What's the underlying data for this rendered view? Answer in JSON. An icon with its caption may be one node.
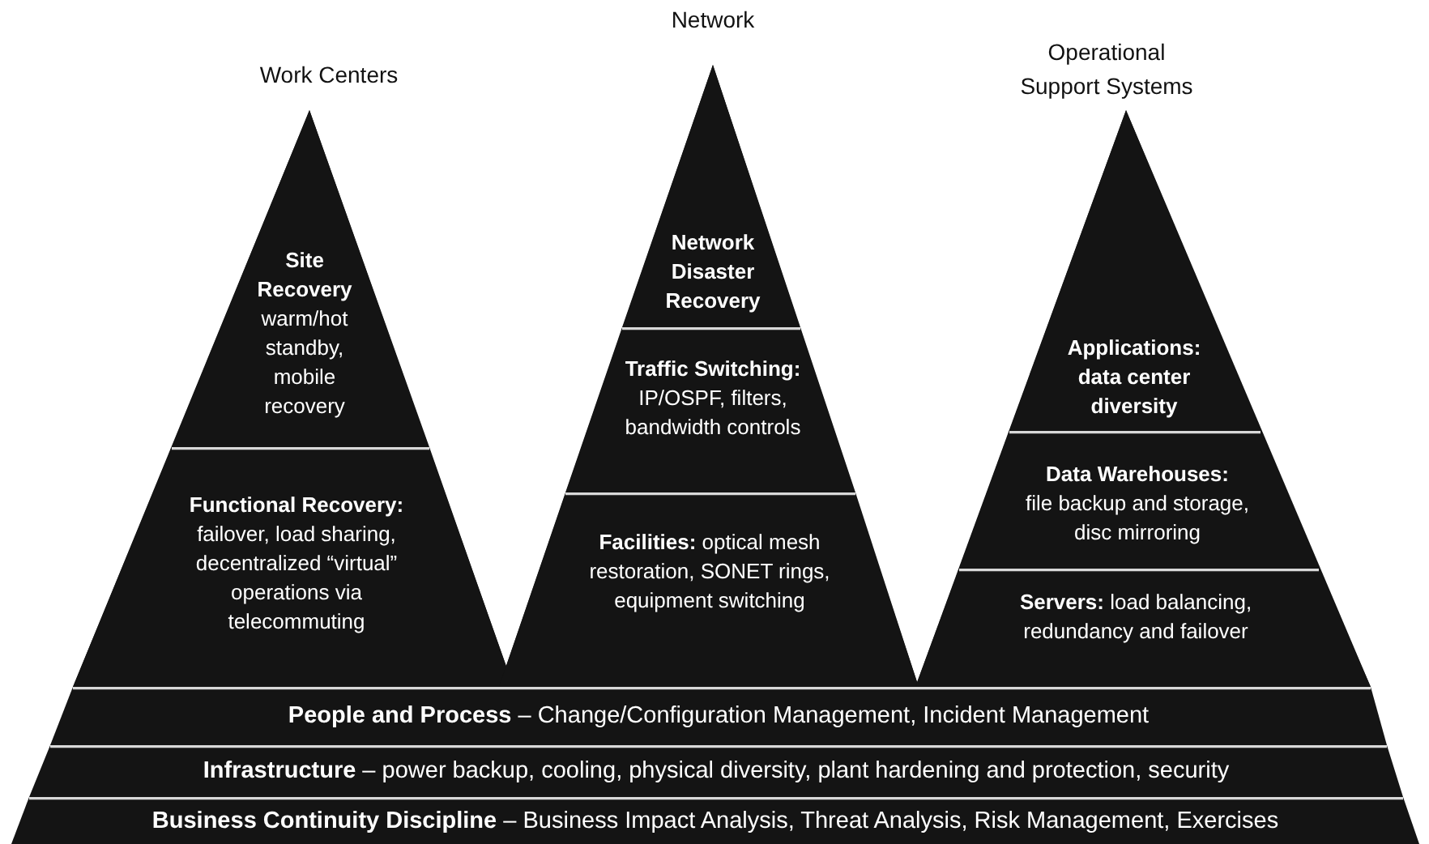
{
  "diagram": {
    "nodes": [
      {
        "text": [
          "Work Centers"
        ]
      },
      {
        "text": [
          "Site Recovery",
          "warm/hot standby, mobile recovery"
        ],
        "in": 0
      },
      {
        "text": [
          "Functional Recovery:",
          "failover, load sharing, decentralized “virtual” operations via telecommuting"
        ],
        "in": 0
      },
      {
        "text": [
          "Network"
        ]
      },
      {
        "text": [
          "Network Disaster Recovery"
        ],
        "in": 3
      },
      {
        "text": [
          "Traffic Switching:",
          "IP/OSPF, filters, bandwidth controls"
        ],
        "in": 3
      },
      {
        "text": [
          "**Facilities:** optical mesh restoration, SONET rings, equipment switching"
        ],
        "in": 3
      },
      {
        "text": [
          "Operational Support Systems"
        ]
      },
      {
        "text": [
          "Applications: data center diversity"
        ],
        "in": 7
      },
      {
        "text": [
          "Data Warehouses:",
          "file backup and storage, disc mirroring"
        ],
        "in": 7
      },
      {
        "text": [
          "**Servers:** load balancing, redundancy and failover"
        ],
        "in": 7
      },
      {
        "text": [
          "**People and Process** – Change/Configuration Management, Incident Management"
        ]
      },
      {
        "text": [
          "**Infrastructure** – power backup, cooling, physical diversity, plant hardening and protection, security"
        ]
      },
      {
        "text": [
          "**Business Continuity Discipline** – Business Impact Analysis, Threat Analysis, Risk Management, Exercises"
        ]
      }
    ]
  }
}
